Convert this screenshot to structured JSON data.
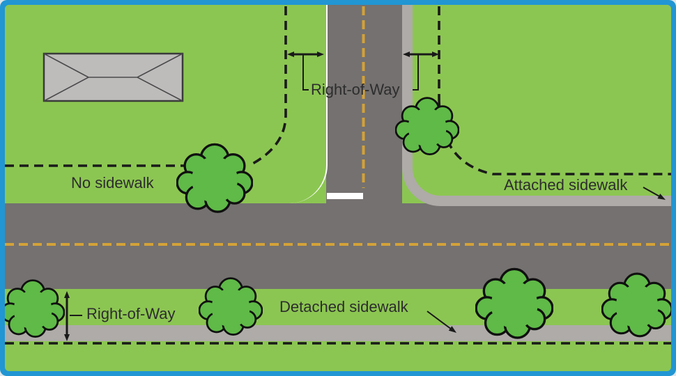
{
  "labels": {
    "row_top": "Right-of-Way",
    "no_sidewalk": "No sidewalk",
    "attached_sidewalk": "Attached sidewalk",
    "row_bottom": "Right-of-Way",
    "detached_sidewalk": "Detached sidewalk"
  },
  "icons": {
    "tree": "cloud-shape",
    "double_arrow": "double-headed-arrow",
    "leader_arrow": "diagonal-pointer-arrow",
    "building": "hip-roof-plan"
  },
  "colors": {
    "frame_blue": "#2196D3",
    "grass": "#8CC652",
    "tree": "#5FBA47",
    "road": "#747170",
    "sidewalk": "#AEABA8",
    "building": "#BEBBBB",
    "lane_yellow": "#D3A238",
    "line_black": "#1A1A1A",
    "stop_bar": "#FFFFFF",
    "curb_white": "#FFFFFF",
    "text": "#2D2D2D"
  }
}
